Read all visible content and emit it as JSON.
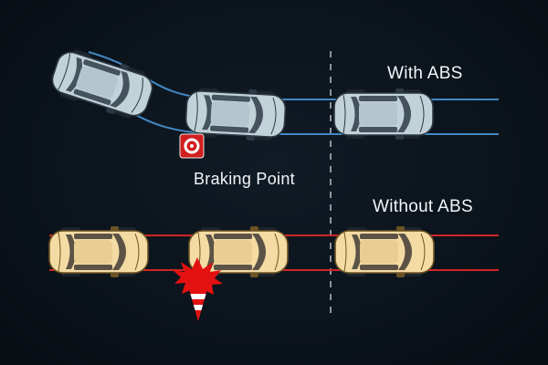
{
  "title": "ABS braking comparison diagram",
  "background": "#0b131b",
  "labels": {
    "with_abs": "With ABS",
    "without_abs": "Without ABS",
    "braking_point": "Braking Point"
  },
  "colors": {
    "abs_path_blue": "#4288c4",
    "skid_line_red": "#d22525",
    "divider_dash": "#b6bfc6",
    "label_text": "#f2f6f8",
    "car_with_abs_body": "#c2d2d9",
    "car_without_abs_body": "#f4dba4",
    "braking_sign_red": "#d01f1f",
    "collision_red": "#e31111"
  },
  "icons": {
    "braking_point": "target-sign-icon",
    "collision": "collision-burst-icon"
  },
  "scenarios": [
    {
      "label": "With ABS",
      "cars": 3,
      "result": "path curves around braking point"
    },
    {
      "label": "Without ABS",
      "cars": 3,
      "result": "path continues straight, collision at braking point"
    }
  ]
}
